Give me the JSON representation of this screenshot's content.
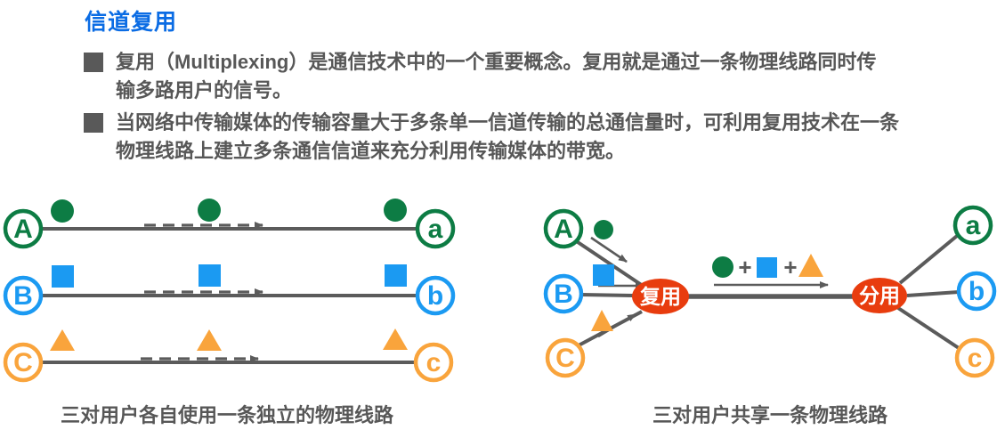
{
  "slide": {
    "title": "信道复用",
    "bullets": [
      {
        "line1": "复用（Multiplexing）是通信技术中的一个重要概念。复用就是通过一条物理线路同时传",
        "line2": "输多路用户的信号。"
      },
      {
        "line1": "当网络中传输媒体的传输容量大于多条单一信道传输的总通信量时，可利用复用技术在一条",
        "line2": "物理线路上建立多条通信信道来充分利用传输媒体的带宽。"
      }
    ]
  },
  "left_diagram": {
    "caption": "三对用户各自使用一条独立的物理线路",
    "rows": [
      {
        "sender": "A",
        "receiver": "a",
        "signal": "green-circle"
      },
      {
        "sender": "B",
        "receiver": "b",
        "signal": "blue-square"
      },
      {
        "sender": "C",
        "receiver": "c",
        "signal": "orange-triangle"
      }
    ]
  },
  "right_diagram": {
    "caption": "三对用户共享一条物理线路",
    "mux_label": "复用",
    "demux_label": "分用",
    "plus": "+",
    "senders": [
      "A",
      "B",
      "C"
    ],
    "receivers": [
      "a",
      "b",
      "c"
    ]
  },
  "colors": {
    "title_blue": "#0b6ce4",
    "body_text": "#575757",
    "bullet_marker": "#595959",
    "line_gray": "#5b5b5b",
    "green": "#0d7c44",
    "blue": "#1b9af2",
    "orange": "#f9a43c",
    "mux_red": "#e83c0e",
    "background": "#ffffff"
  }
}
